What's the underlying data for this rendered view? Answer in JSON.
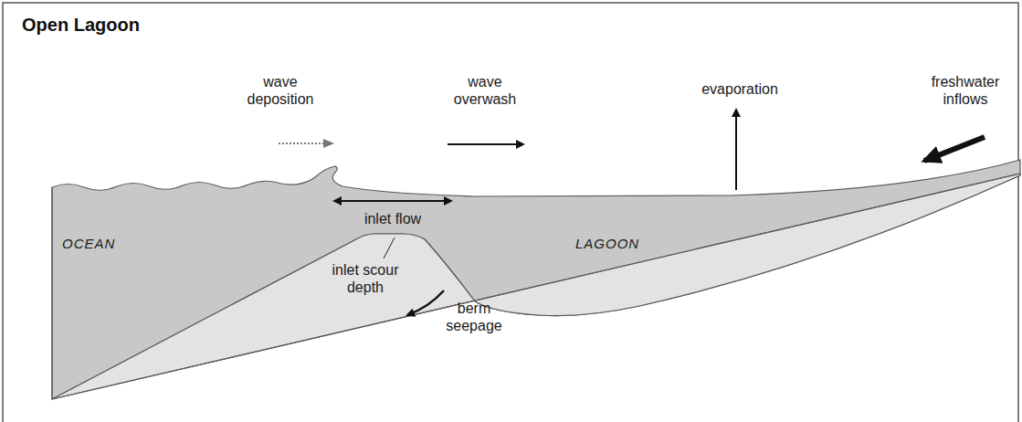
{
  "diagram": {
    "title": "Open Lagoon",
    "labels": [
      "wave deposition",
      "wave overwash",
      "evaporation",
      "freshwater inflows",
      "inlet flow",
      "OCEAN",
      "LAGOON",
      "inlet scour depth",
      "berm seepage"
    ]
  }
}
